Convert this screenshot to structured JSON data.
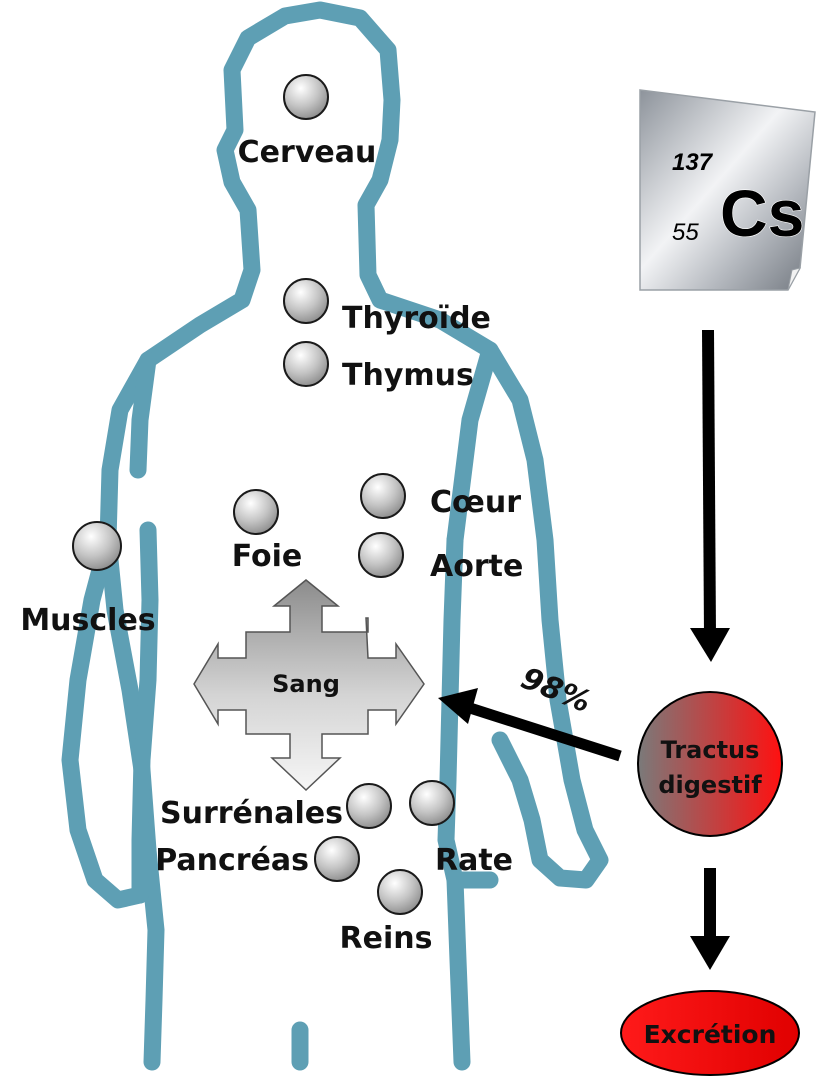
{
  "colors": {
    "body_outline": "#5e9fb4",
    "organ_fill_light": "#ffffff",
    "organ_fill_dark": "#8a8a8a",
    "arrow": "#000000",
    "tractus_red": "#ff1a1a",
    "tractus_grey": "#7a7a7a"
  },
  "element": {
    "mass_number": "137",
    "atomic_number": "55",
    "symbol": "Cs"
  },
  "organs": {
    "brain": "Cerveau",
    "thyroid": "Thyroïde",
    "thymus": "Thymus",
    "heart": "Cœur",
    "aorta": "Aorte",
    "liver": "Foie",
    "muscles": "Muscles",
    "adrenals": "Surrénales",
    "pancreas": "Pancréas",
    "spleen": "Rate",
    "kidneys": "Reins"
  },
  "blood": {
    "label": "Sang"
  },
  "absorption": {
    "percent": "98%"
  },
  "digestive_tract": {
    "line1": "Tractus",
    "line2": "digestif"
  },
  "excretion": {
    "label": "Excrétion"
  }
}
